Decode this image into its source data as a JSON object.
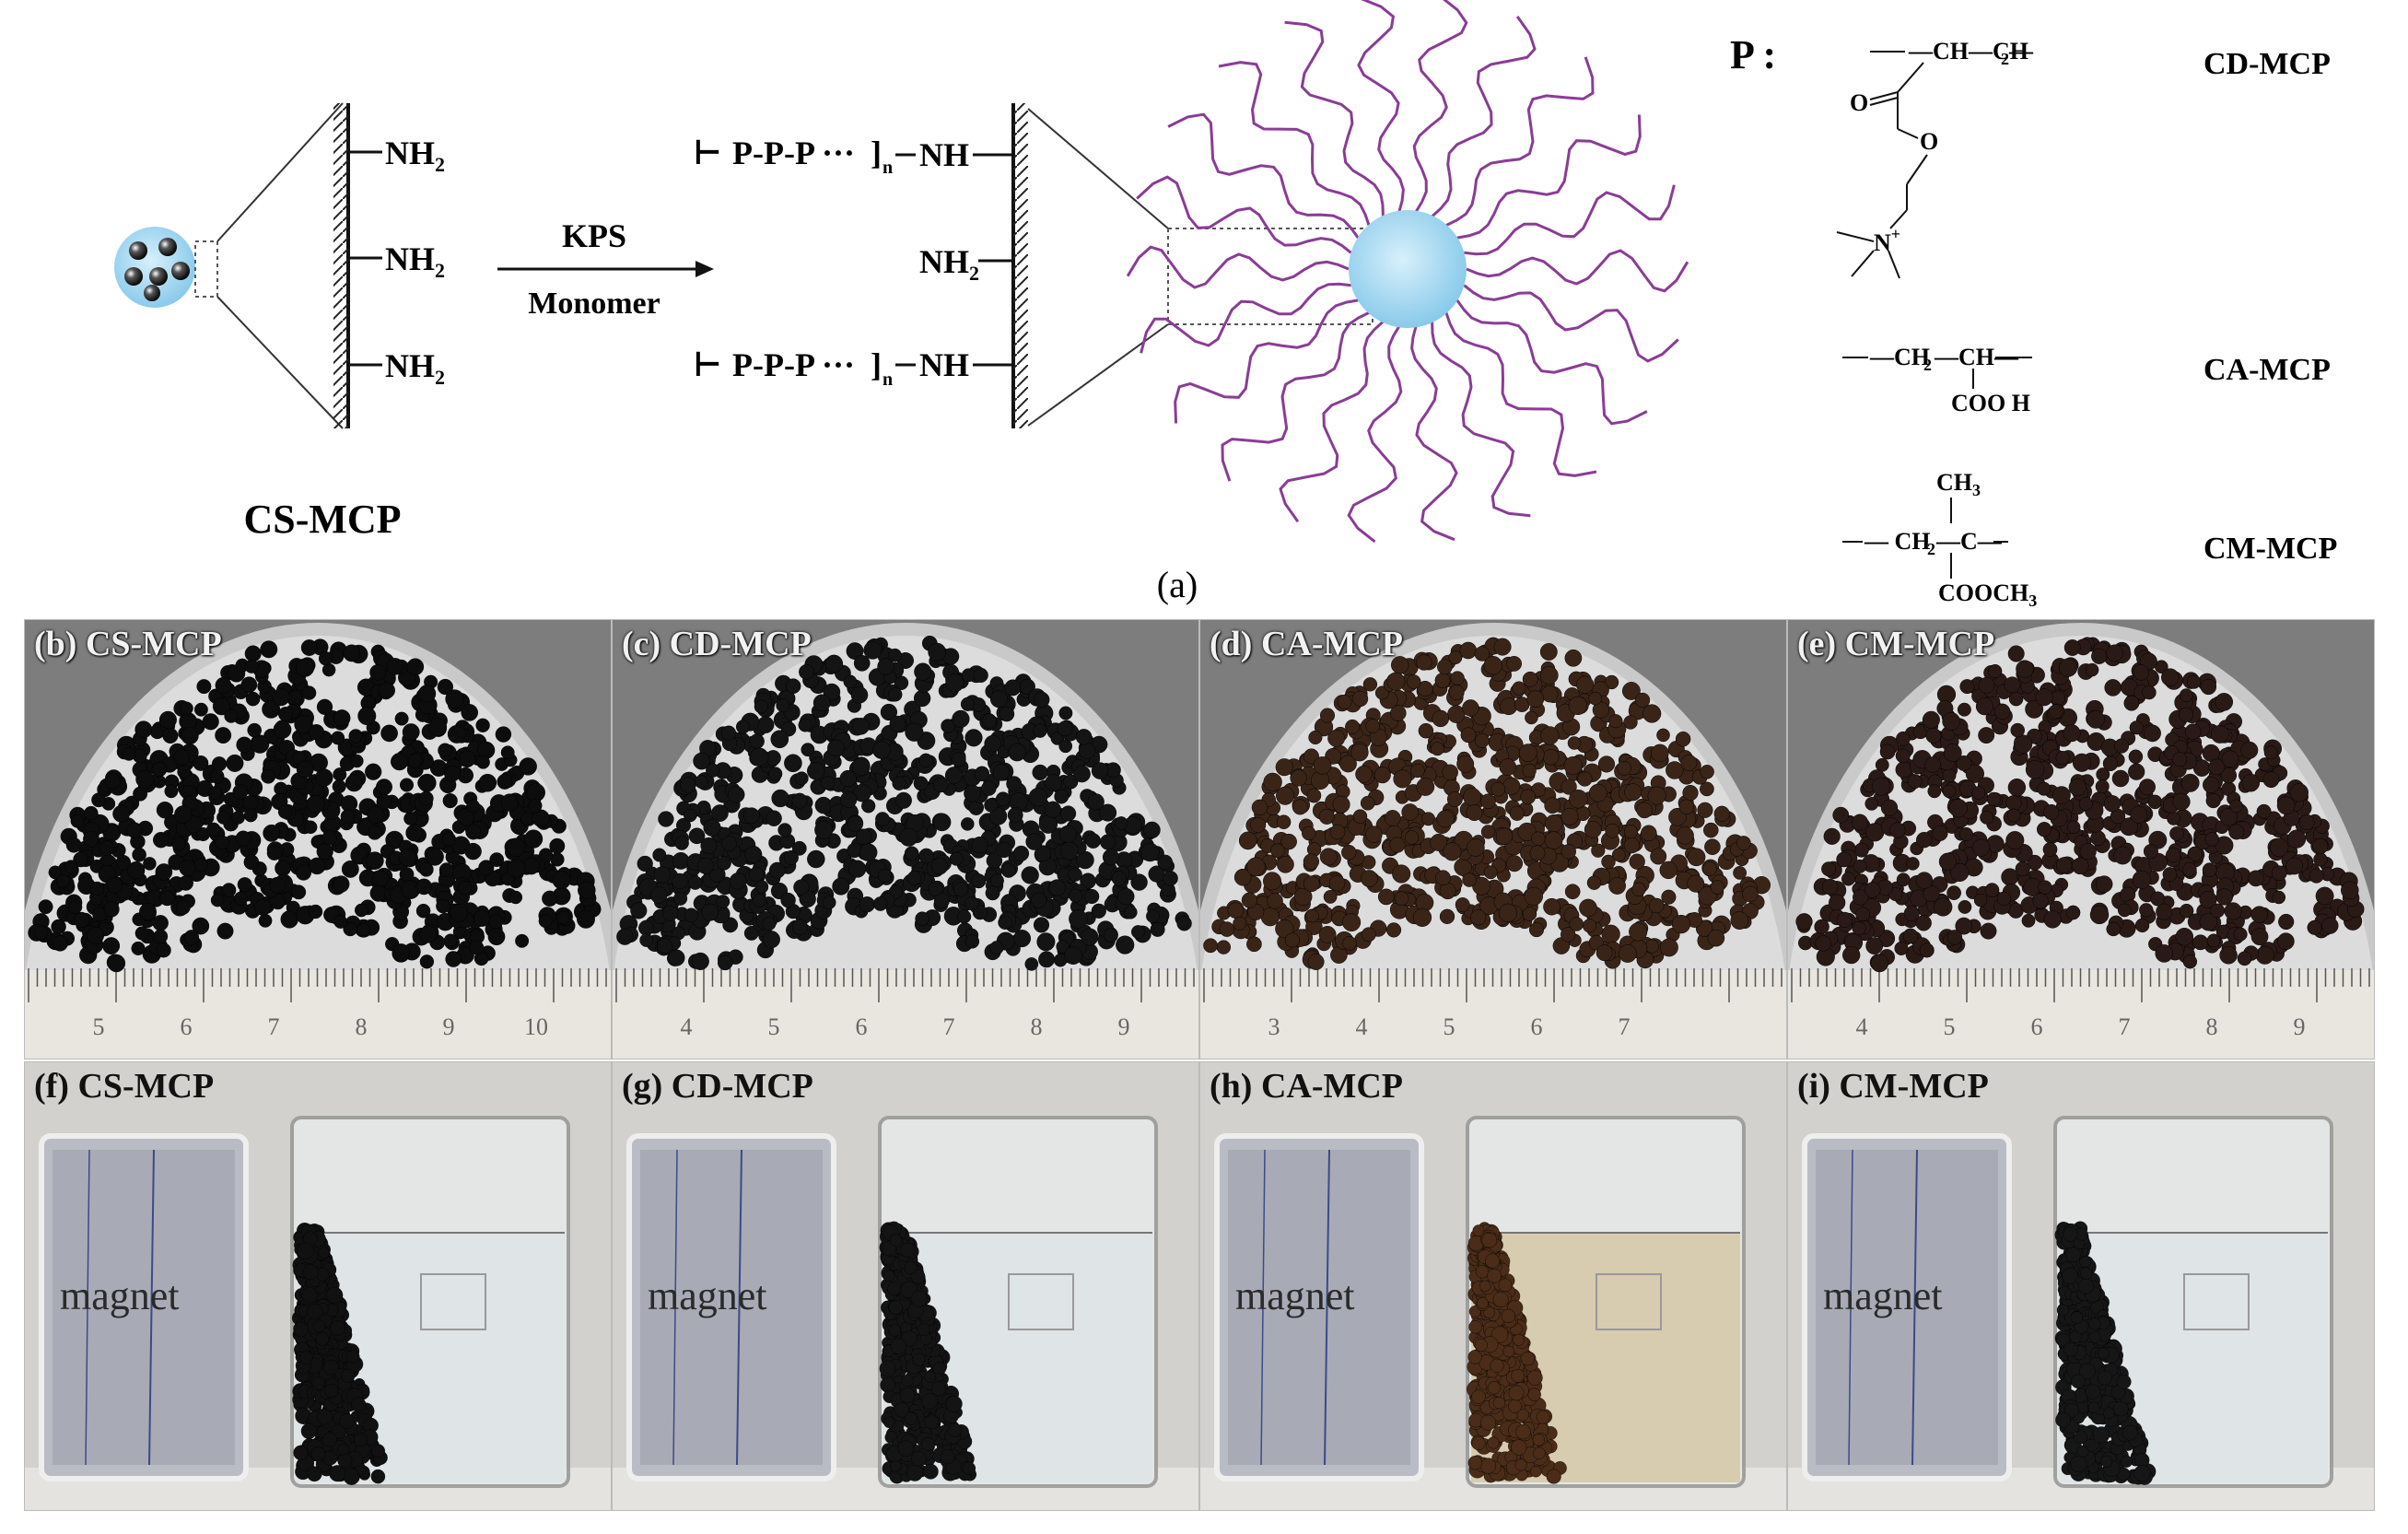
{
  "schematic": {
    "label_nh2": "NH",
    "label_nh2_sub": "2",
    "label_nh": "NH",
    "label_kps": "KPS",
    "label_monomer": "Monomer",
    "label_chain": "P-P-P ···",
    "label_chain_sub": "n",
    "label_csmcp": "CS-MCP",
    "label_a": "(a)",
    "p_label": "P :",
    "struct_cd": {
      "name": "CD-MCP",
      "backbone": "—CH—CH",
      "backbone_sub": "2",
      "dash": "—",
      "o1": "O",
      "o2": "O",
      "cation": "N",
      "cation_sup": "+"
    },
    "struct_ca": {
      "name": "CA-MCP",
      "backbone": "—CH",
      "backbone_sub": "2",
      "backbone2": "—CH—",
      "side": "COO H"
    },
    "struct_cm": {
      "name": "CM-MCP",
      "top": "CH",
      "top_sub": "3",
      "backbone": "— CH",
      "backbone_sub": "2",
      "backbone2": "—C—",
      "side": "COOCH",
      "side_sub": "3"
    }
  },
  "photos_top": [
    {
      "label": "(b) CS-MCP",
      "bead_color": "#0d0d0d",
      "ruler": [
        "5",
        "6",
        "7",
        "8",
        "9",
        "10"
      ]
    },
    {
      "label": "(c) CD-MCP",
      "bead_color": "#141414",
      "ruler": [
        "4",
        "5",
        "6",
        "7",
        "8",
        "9"
      ]
    },
    {
      "label": "(d) CA-MCP",
      "bead_color": "#3a2418",
      "ruler": [
        "3",
        "4",
        "5",
        "6",
        "7"
      ]
    },
    {
      "label": "(e) CM-MCP",
      "bead_color": "#2a1a16",
      "ruler": [
        "4",
        "5",
        "6",
        "7",
        "8",
        "9"
      ]
    }
  ],
  "photos_bottom": [
    {
      "label": "(f) CS-MCP",
      "magnet": "magnet",
      "bead_color": "#111111"
    },
    {
      "label": "(g) CD-MCP",
      "magnet": "magnet",
      "bead_color": "#141414"
    },
    {
      "label": "(h) CA-MCP",
      "magnet": "magnet",
      "bead_color": "#4a2c18"
    },
    {
      "label": "(i) CM-MCP",
      "magnet": "magnet",
      "bead_color": "#161616"
    }
  ]
}
